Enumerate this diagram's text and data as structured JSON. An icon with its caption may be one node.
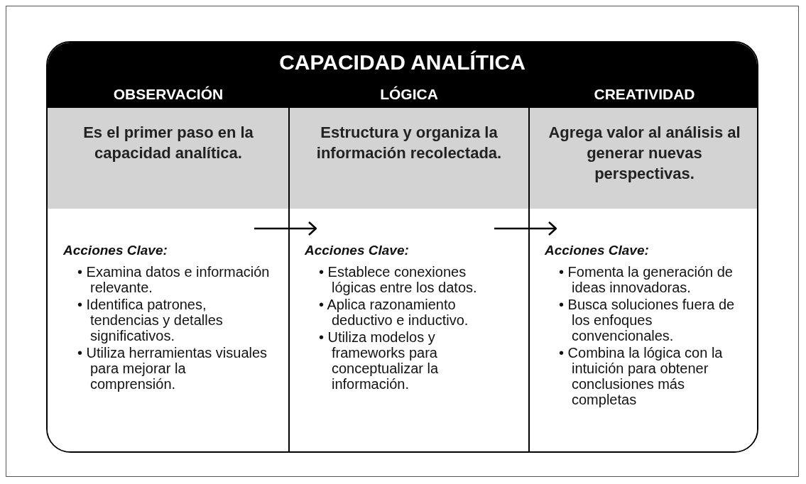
{
  "diagram": {
    "nodes": [
      {
        "text": [
          "CAPACIDAD ANALÍTICA"
        ]
      },
      {
        "text": [
          "OBSERVACIÓN",
          "Es el primer paso en la capacidad analítica.",
          "Acciones Clave:",
          "• Examina datos e información relevante.",
          "• Identifica patrones, tendencias y detalles significativos.",
          "• Utiliza herramientas visuales para mejorar la comprensión."
        ],
        "in": 0
      },
      {
        "text": [
          "LÓGICA",
          "Estructura y organiza la información recolectada.",
          "Acciones Clave:",
          "• Establece conexiones lógicas entre los datos.",
          "• Aplica razonamiento deductivo e inductivo.",
          "• Utiliza modelos y frameworks para conceptualizar la información."
        ],
        "in": 0
      },
      {
        "text": [
          "CREATIVIDAD",
          "Agrega valor al análisis al generar nuevas perspectivas.",
          "Acciones Clave:",
          "• Fomenta la generación de ideas innovadoras.",
          "• Busca soluciones fuera de los enfoques convencionales.",
          "• Combina la lógica con la intuición para obtener conclusiones más completas"
        ],
        "in": 0
      }
    ],
    "edges": [
      {
        "from": 1,
        "to": 2,
        "arrow": "to"
      },
      {
        "from": 2,
        "to": 3,
        "arrow": "to"
      }
    ]
  }
}
